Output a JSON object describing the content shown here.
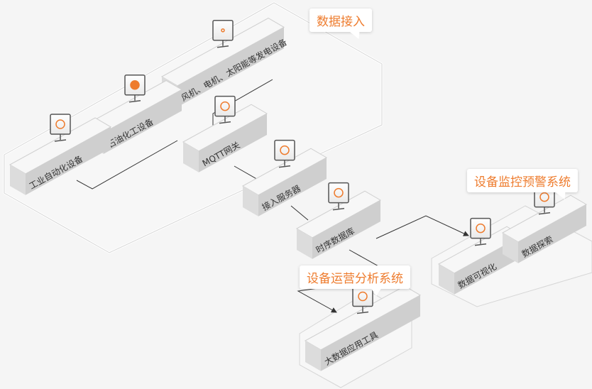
{
  "groups": {
    "data_access": "数据接入",
    "monitoring": "设备监控预警系统",
    "operation": "设备运营分析系统"
  },
  "nodes": {
    "wind": "风机、电机、太阳能等发电设备",
    "petro": "石油化工设备",
    "industrial": "工业自动化设备",
    "mqtt": "MQTT网关",
    "access": "接入服务器",
    "tsdb": "时序数据库",
    "visual": "数据可视化",
    "explore": "数据探索",
    "bigdata": "大数据应用工具"
  },
  "colors": {
    "accent": "#ee7c2e",
    "box_top": "#f7f7f7",
    "box_side": "#dcdcdc",
    "box_front": "#cfcfcf",
    "line": "#333333"
  }
}
